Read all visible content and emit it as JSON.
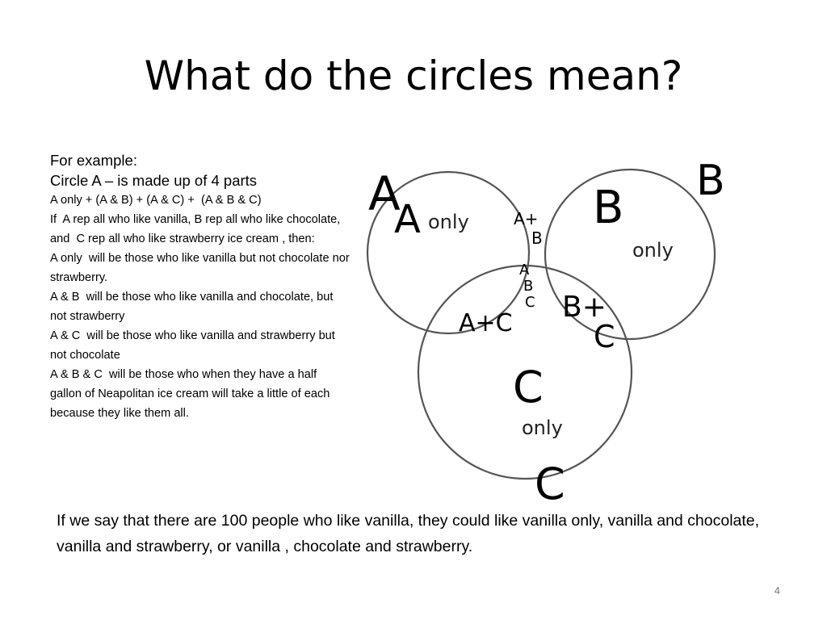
{
  "slide": {
    "title": "What do the circles mean?",
    "page_number": "4"
  },
  "text_block": {
    "lines": [
      {
        "text": "For example:",
        "size": "big"
      },
      {
        "text": "Circle A – is made up of  4 parts",
        "size": "big"
      },
      {
        "text": "A only + (A & B) + (A & C) +  (A & B & C)",
        "size": "small"
      },
      {
        "text": "If  A rep all who like vanilla, B rep all who like chocolate, and  C rep all who like strawberry ice cream , then:",
        "size": "small"
      },
      {
        "text": "A only  will be those who like vanilla but not chocolate nor strawberry.",
        "size": "small"
      },
      {
        "text": "A & B  will be those who like vanilla and chocolate, but not strawberry",
        "size": "small"
      },
      {
        "text": "A & C  will be those who like vanilla and strawberry but not chocolate",
        "size": "small"
      },
      {
        "text": "A & B & C  will be those who when they have a half gallon of Neapolitan ice cream will take a little of each because they like them all.",
        "size": "small"
      }
    ]
  },
  "venn": {
    "circle_labels": {
      "a": "A",
      "b": "B",
      "c": "C"
    },
    "regions": {
      "a_only_letter": "A",
      "a_only_word": "only",
      "b_only_letter": "B",
      "b_only_word": "only",
      "c_only_letter": "C",
      "c_only_word": "only",
      "ab_line1": "A+",
      "ab_line2": "B",
      "abc_line1": "A",
      "abc_line2": "B",
      "abc_line3": "C",
      "ac": "A+C",
      "bc_line1": "B+",
      "bc_line2": "C"
    },
    "stroke_color": "#555555"
  },
  "bottom_paragraph": "If we say that there are 100 people who like vanilla,  they could like vanilla only, vanilla and chocolate, vanilla and strawberry, or vanilla , chocolate and strawberry."
}
